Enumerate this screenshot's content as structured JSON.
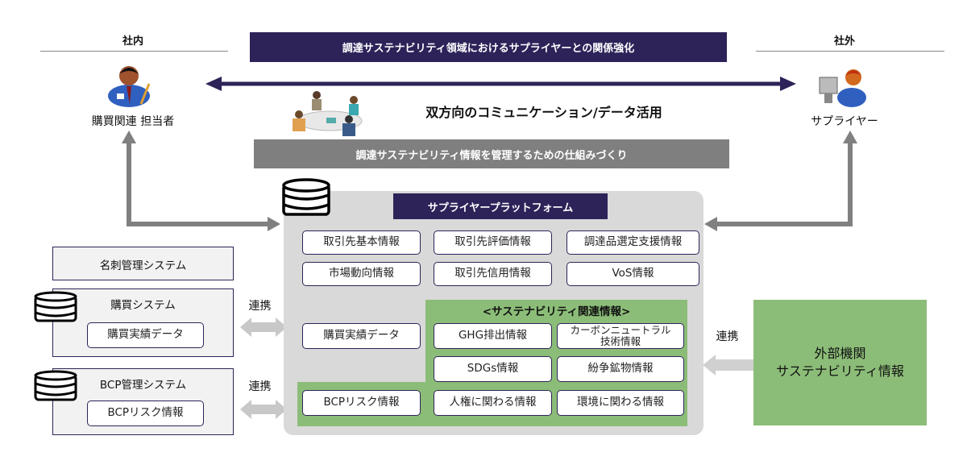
{
  "internal": {
    "heading": "社内",
    "person_label": "購買関連 担当者"
  },
  "external": {
    "heading": "社外",
    "person_label": "サプライヤー"
  },
  "top_banner": "調達サステナビリティ領域におけるサプライヤーとの関係強化",
  "communication": "双方向のコミュニケーション/データ活用",
  "mechanism_banner": "調達サステナビリティ情報を管理するための仕組みづくり",
  "platform": {
    "title": "サプライヤープラットフォーム",
    "rows": [
      [
        "取引先基本情報",
        "取引先評価情報",
        "調達品選定支援情報"
      ],
      [
        "市場動向情報",
        "取引先信用情報",
        "VoS情報"
      ]
    ],
    "purchase_data": "購買実績データ",
    "bcp_risk": "BCPリスク情報",
    "sustainability": {
      "title": "<サステナビリティ関連情報>",
      "items": [
        "GHG排出情報",
        "カーボンニュートラル\n技術情報",
        "SDGs情報",
        "紛争鉱物情報",
        "人権に関わる情報",
        "環境に関わる情報"
      ]
    }
  },
  "systems": {
    "card": "名刺管理システム",
    "purchase": {
      "title": "購買システム",
      "item": "購買実績データ"
    },
    "bcp": {
      "title": "BCP管理システム",
      "item": "BCPリスク情報"
    },
    "link_label": "連携"
  },
  "external_org": {
    "line1": "外部機関",
    "line2": "サステナビリティ情報",
    "link_label": "連携"
  },
  "colors": {
    "purple": "#2d2359",
    "gray_bar": "#7f7f7f",
    "panel": "#d9d9d9",
    "green": "#8cbd78",
    "arrow": "#808080"
  }
}
